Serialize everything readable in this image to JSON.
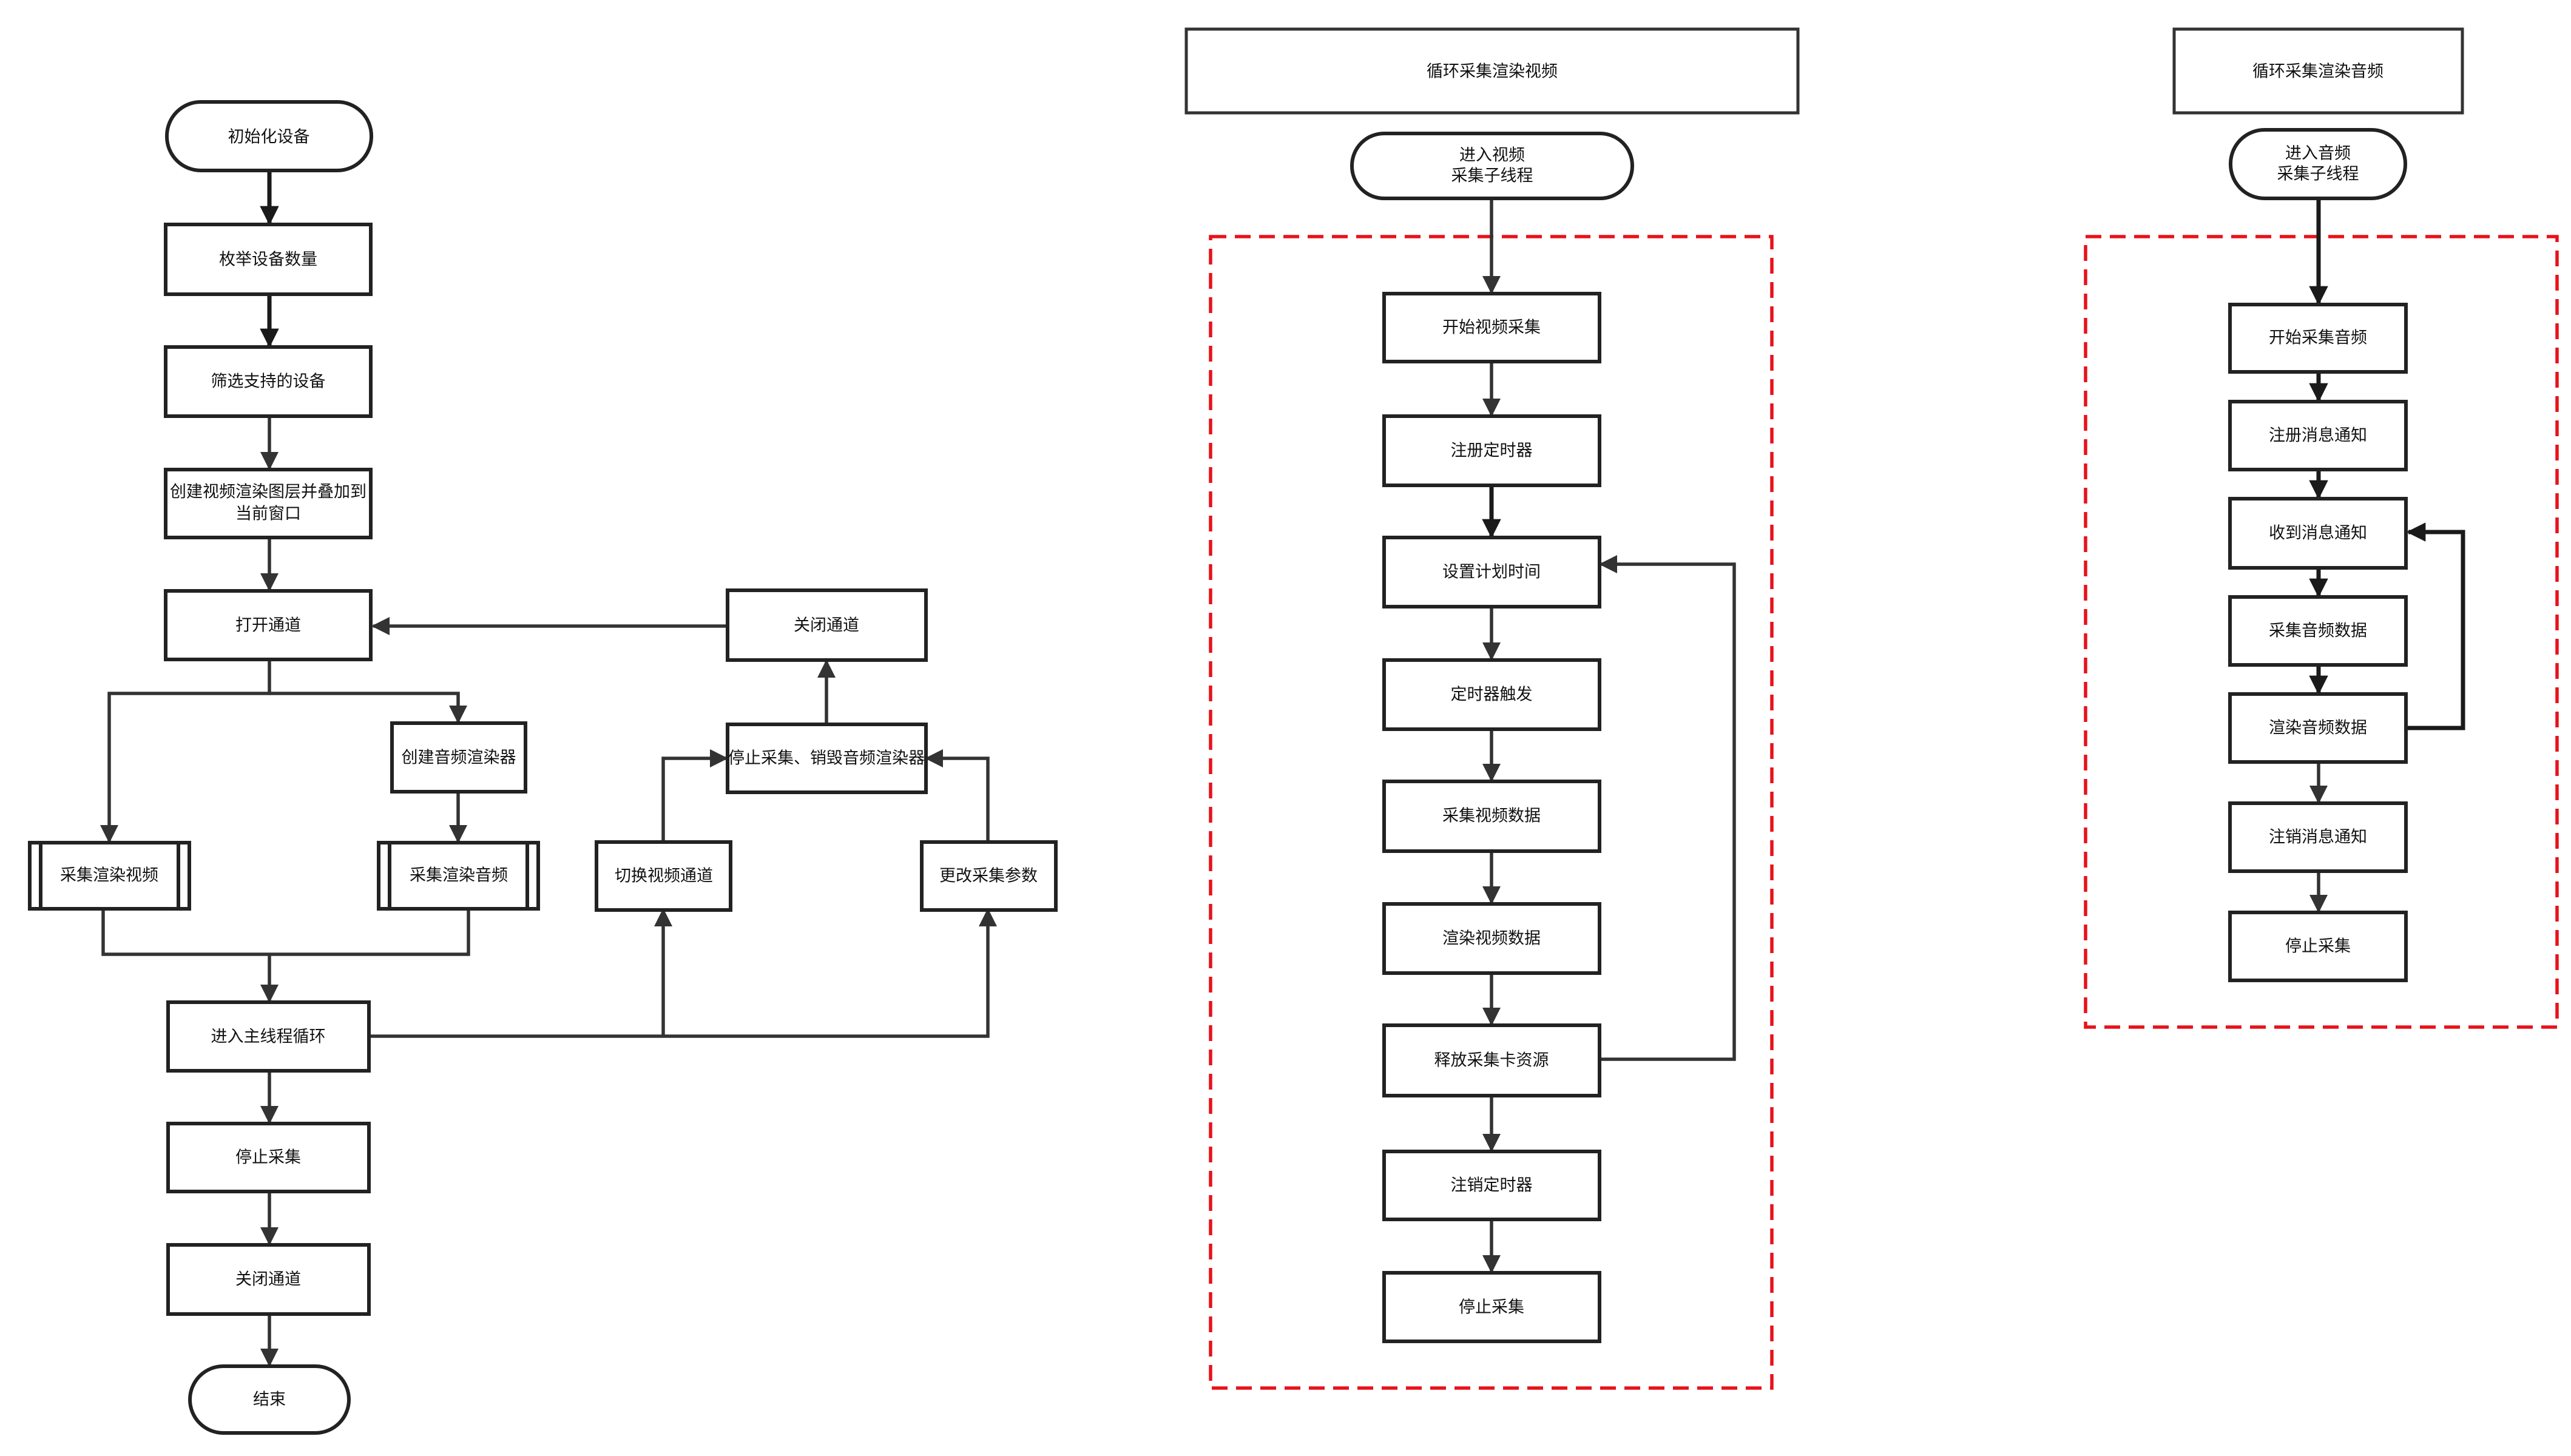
{
  "left_flow": {
    "start": "初始化设备",
    "enumerate": "枚举设备数量",
    "filter": "筛选支持的设备",
    "create_layer_1": "创建视频渲染图层并叠加到",
    "create_layer_2": "当前窗口",
    "open_channel": "打开通道",
    "create_audio_renderer": "创建音频渲染器",
    "capture_video_sub": "采集渲染视频",
    "capture_audio_sub": "采集渲染音频",
    "main_loop": "进入主线程循环",
    "stop_capture": "停止采集",
    "close_channel": "关闭通道",
    "end": "结束",
    "close_channel_loop": "关闭通道",
    "stop_destroy": "停止采集、销毁音频渲染器",
    "switch_channel": "切换视频通道",
    "change_params": "更改采集参数"
  },
  "video_flow": {
    "title": "循环采集渲染视频",
    "enter_1": "进入视频",
    "enter_2": "采集子线程",
    "start": "开始视频采集",
    "register_timer": "注册定时器",
    "set_time": "设置计划时间",
    "timer_fire": "定时器触发",
    "capture_data": "采集视频数据",
    "render_data": "渲染视频数据",
    "release": "释放采集卡资源",
    "unregister_timer": "注销定时器",
    "stop": "停止采集"
  },
  "audio_flow": {
    "title": "循环采集渲染音频",
    "enter_1": "进入音频",
    "enter_2": "采集子线程",
    "start": "开始采集音频",
    "register_notify": "注册消息通知",
    "receive_notify": "收到消息通知",
    "capture_data": "采集音频数据",
    "render_data": "渲染音频数据",
    "unregister_notify": "注销消息通知",
    "stop": "停止采集"
  },
  "colors": {
    "stroke": "#222222",
    "dashed_boundary": "#e8121a"
  }
}
